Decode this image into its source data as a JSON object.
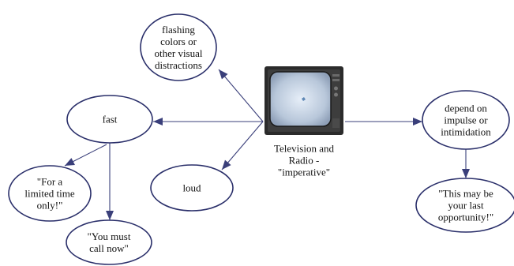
{
  "diagram": {
    "center": {
      "icon": "television-icon",
      "caption_lines": [
        "Television and",
        "Radio -",
        "\"imperative\""
      ]
    },
    "nodes": {
      "flashing": {
        "lines": [
          "flashing",
          "colors or",
          "other visual",
          "distractions"
        ]
      },
      "fast": {
        "lines": [
          "fast"
        ]
      },
      "loud": {
        "lines": [
          "loud"
        ]
      },
      "limited_time": {
        "lines": [
          "\"For a",
          "limited time",
          "only!\""
        ]
      },
      "must_call": {
        "lines": [
          "\"You must",
          "call now\""
        ]
      },
      "impulse": {
        "lines": [
          "depend on",
          "impulse or",
          "intimidation"
        ]
      },
      "last_opportunity": {
        "lines": [
          "\"This may be",
          "your last",
          "opportunity!\""
        ]
      }
    },
    "edges": [
      {
        "from": "center",
        "to": "flashing"
      },
      {
        "from": "center",
        "to": "fast"
      },
      {
        "from": "center",
        "to": "loud"
      },
      {
        "from": "center",
        "to": "impulse"
      },
      {
        "from": "fast",
        "to": "limited_time"
      },
      {
        "from": "fast",
        "to": "must_call"
      },
      {
        "from": "impulse",
        "to": "last_opportunity"
      }
    ],
    "colors": {
      "ellipse_stroke": "#2a2f6a",
      "edge": "#3a3f7a",
      "tv_body": "#2b2b2b",
      "tv_screen": "#c9d6e6"
    }
  }
}
